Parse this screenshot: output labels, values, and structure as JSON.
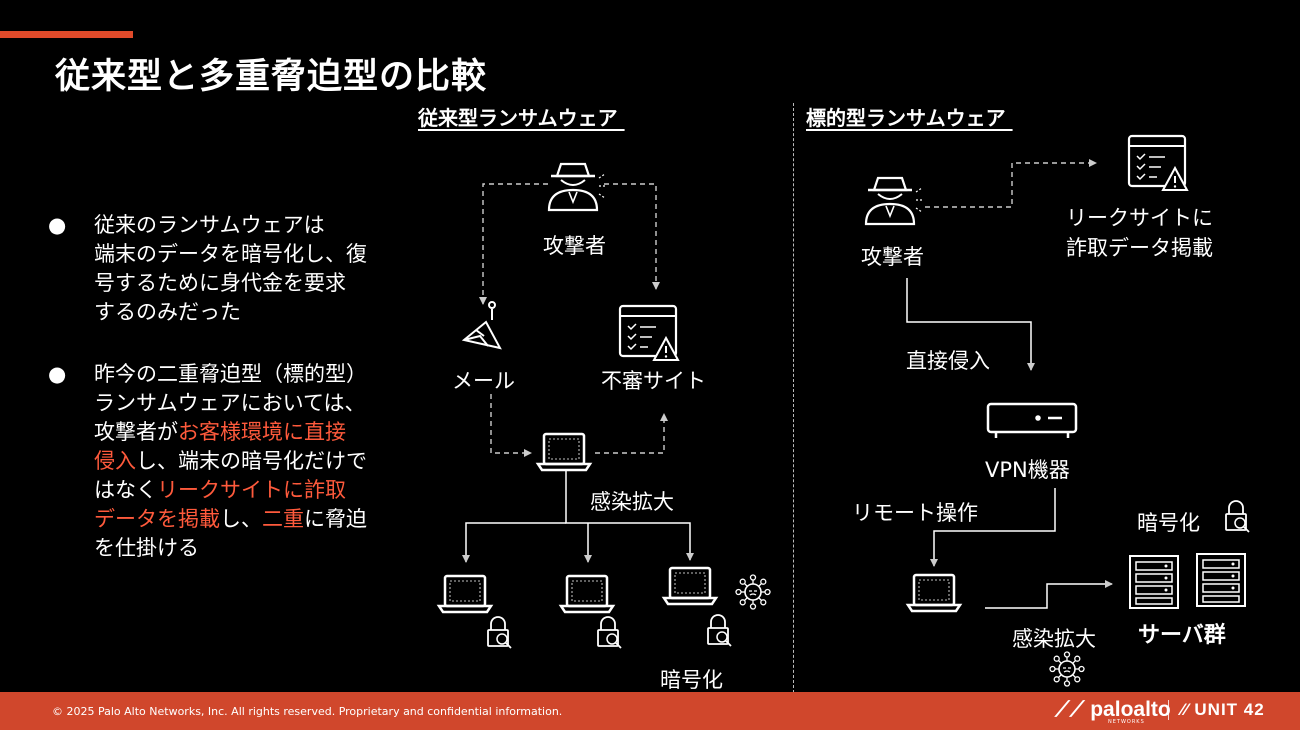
{
  "title": "従来型と多重脅迫型の比較",
  "columns": {
    "left_heading": "従来型ランサムウェア ",
    "right_heading": "標的型ランサムウェア "
  },
  "bullets": [
    {
      "marker": "●",
      "segments": [
        {
          "text": "従来のランサムウェアは\n端末のデータを暗号化し、復\n号するために身代金を要求\nするのみだった",
          "highlight": false
        }
      ]
    },
    {
      "marker": "●",
      "segments": [
        {
          "text": "昨今の二重脅迫型（標的型）\nランサムウェアにおいては、\n攻撃者が",
          "highlight": false
        },
        {
          "text": "お客様環境に直接\n侵入",
          "highlight": true
        },
        {
          "text": "し、端末の暗号化だけで\nはなく",
          "highlight": false
        },
        {
          "text": "リークサイトに詐取\nデータを掲載",
          "highlight": true
        },
        {
          "text": "し、",
          "highlight": false
        },
        {
          "text": "二重",
          "highlight": true
        },
        {
          "text": "に脅迫\nを仕掛ける",
          "highlight": false
        }
      ]
    }
  ],
  "left_diagram": {
    "attacker": "攻撃者",
    "mail": "メール",
    "suspicious_site": "不審サイト",
    "spread": "感染拡大",
    "encrypt": "暗号化"
  },
  "right_diagram": {
    "attacker": "攻撃者",
    "leak_site": "リークサイトに\n詐取データ掲載",
    "direct_intrusion": "直接侵入",
    "vpn": "VPN機器",
    "remote_op": "リモート操作",
    "encrypt": "暗号化",
    "servers": "サーバ群",
    "spread": "感染拡大"
  },
  "footer": {
    "copyright": "© 2025 Palo Alto Networks, Inc. All rights reserved. Proprietary and confidential information.",
    "brand1": "paloalto",
    "brand1_sub": "NETWORKS",
    "brand2": "UNIT 42"
  },
  "colors": {
    "accent": "#e04a2a",
    "highlight": "#ff5a3c",
    "footer": "#d0472c"
  }
}
